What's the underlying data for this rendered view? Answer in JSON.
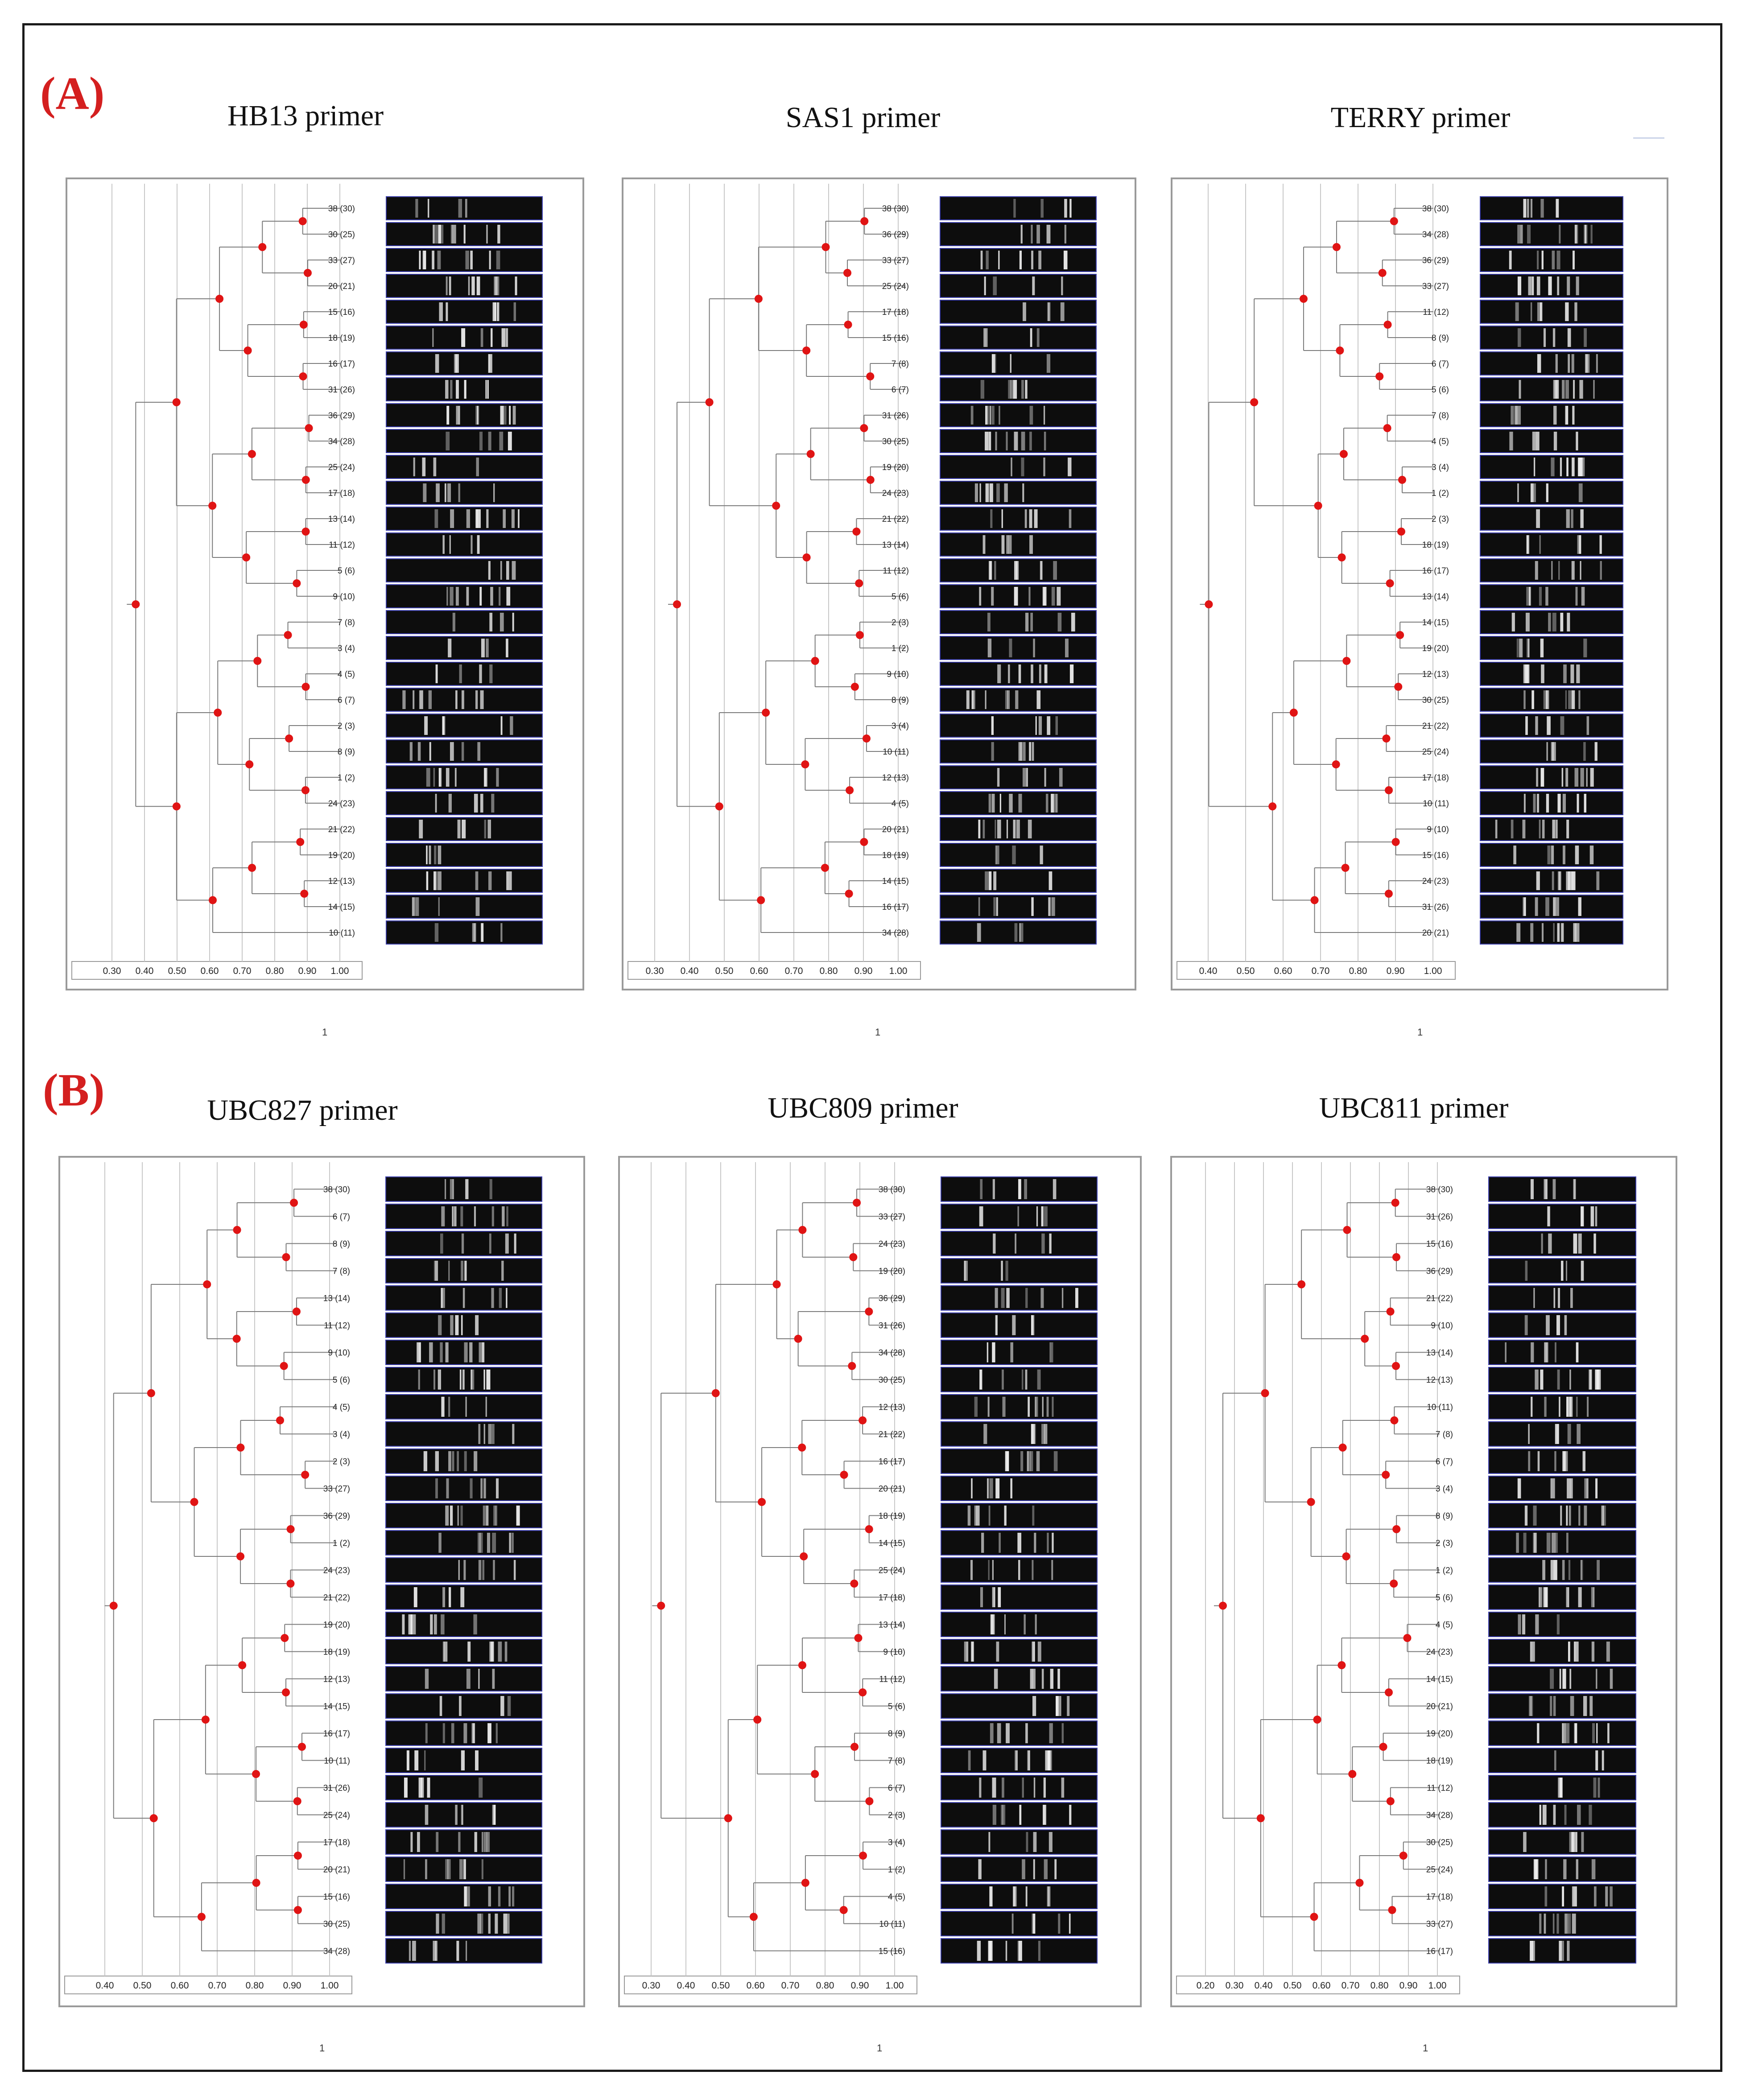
{
  "sections": {
    "a": "(A)",
    "b": "(B)"
  },
  "colors": {
    "node": "#e01414",
    "line": "#7a7a7a",
    "grid": "#c8c8c8",
    "gel": "#0d0d0d",
    "gel_border": "#3b3ea8",
    "band": "#f0f0f0"
  },
  "panels": [
    {
      "id": "hb13",
      "title": "HB13 primer",
      "foot": "1",
      "labels": [
        "38 (30)",
        "30 (25)",
        "33 (27)",
        "20 (21)",
        "15 (16)",
        "18 (19)",
        "16 (17)",
        "31 (26)",
        "36 (29)",
        "34 (28)",
        "25 (24)",
        "17 (18)",
        "13 (14)",
        "11 (12)",
        "5 (6)",
        "9 (10)",
        "7 (8)",
        "3 (4)",
        "4 (5)",
        "6 (7)",
        "2 (3)",
        "8 (9)",
        "1 (2)",
        "24 (23)",
        "21 (22)",
        "19 (20)",
        "12 (13)",
        "14 (15)",
        "10 (11)"
      ],
      "ticks": [
        "0.30",
        "0.40",
        "0.50",
        "0.60",
        "0.70",
        "0.80",
        "0.90",
        "1.00"
      ]
    },
    {
      "id": "sas1",
      "title": "SAS1 primer",
      "foot": "1",
      "labels": [
        "38 (30)",
        "36 (29)",
        "33 (27)",
        "25 (24)",
        "17 (18)",
        "15 (16)",
        "7 (8)",
        "6 (7)",
        "31 (26)",
        "30 (25)",
        "19 (20)",
        "24 (23)",
        "21 (22)",
        "13 (14)",
        "11 (12)",
        "5 (6)",
        "2 (3)",
        "1 (2)",
        "9 (10)",
        "8 (9)",
        "3 (4)",
        "10 (11)",
        "12 (13)",
        "4 (5)",
        "20 (21)",
        "18 (19)",
        "14 (15)",
        "16 (17)",
        "34 (28)"
      ],
      "ticks": [
        "0.30",
        "0.40",
        "0.50",
        "0.60",
        "0.70",
        "0.80",
        "0.90",
        "1.00"
      ]
    },
    {
      "id": "terry",
      "title": "TERRY primer",
      "foot": "1",
      "labels": [
        "38 (30)",
        "34 (28)",
        "36 (29)",
        "33 (27)",
        "11 (12)",
        "8 (9)",
        "6 (7)",
        "5 (6)",
        "7 (8)",
        "4 (5)",
        "3 (4)",
        "1 (2)",
        "2 (3)",
        "18 (19)",
        "16 (17)",
        "13 (14)",
        "14 (15)",
        "19 (20)",
        "12 (13)",
        "30 (25)",
        "21 (22)",
        "25 (24)",
        "17 (18)",
        "10 (11)",
        "9 (10)",
        "15 (16)",
        "24 (23)",
        "31 (26)",
        "20 (21)"
      ],
      "ticks": [
        "0.40",
        "0.50",
        "0.60",
        "0.70",
        "0.80",
        "0.90",
        "1.00"
      ]
    },
    {
      "id": "ubc827",
      "title": "UBC827 primer",
      "foot": "1",
      "labels": [
        "38 (30)",
        "6 (7)",
        "8 (9)",
        "7 (8)",
        "13 (14)",
        "11 (12)",
        "9 (10)",
        "5 (6)",
        "4 (5)",
        "3 (4)",
        "2 (3)",
        "33 (27)",
        "36 (29)",
        "1 (2)",
        "24 (23)",
        "21 (22)",
        "19 (20)",
        "18 (19)",
        "12 (13)",
        "14 (15)",
        "16 (17)",
        "10 (11)",
        "31 (26)",
        "25 (24)",
        "17 (18)",
        "20 (21)",
        "15 (16)",
        "30 (25)",
        "34 (28)"
      ],
      "ticks": [
        "0.40",
        "0.50",
        "0.60",
        "0.70",
        "0.80",
        "0.90",
        "1.00"
      ]
    },
    {
      "id": "ubc809",
      "title": "UBC809 primer",
      "foot": "1",
      "labels": [
        "38 (30)",
        "33 (27)",
        "24 (23)",
        "19 (20)",
        "36 (29)",
        "31 (26)",
        "34 (28)",
        "30 (25)",
        "12 (13)",
        "21 (22)",
        "16 (17)",
        "20 (21)",
        "18 (19)",
        "14 (15)",
        "25 (24)",
        "17 (18)",
        "13 (14)",
        "9 (10)",
        "11 (12)",
        "5 (6)",
        "8 (9)",
        "7 (8)",
        "6 (7)",
        "2 (3)",
        "3 (4)",
        "1 (2)",
        "4 (5)",
        "10 (11)",
        "15 (16)"
      ],
      "ticks": [
        "0.30",
        "0.40",
        "0.50",
        "0.60",
        "0.70",
        "0.80",
        "0.90",
        "1.00"
      ]
    },
    {
      "id": "ubc811",
      "title": "UBC811 primer",
      "foot": "1",
      "labels": [
        "38 (30)",
        "31 (26)",
        "15 (16)",
        "36 (29)",
        "21 (22)",
        "9 (10)",
        "13 (14)",
        "12 (13)",
        "10 (11)",
        "7 (8)",
        "6 (7)",
        "3 (4)",
        "8 (9)",
        "2 (3)",
        "1 (2)",
        "5 (6)",
        "4 (5)",
        "24 (23)",
        "14 (15)",
        "20 (21)",
        "19 (20)",
        "18 (19)",
        "11 (12)",
        "34 (28)",
        "30 (25)",
        "25 (24)",
        "17 (18)",
        "33 (27)",
        "16 (17)"
      ],
      "ticks": [
        "0.20",
        "0.30",
        "0.40",
        "0.50",
        "0.60",
        "0.70",
        "0.80",
        "0.90",
        "1.00"
      ]
    }
  ]
}
